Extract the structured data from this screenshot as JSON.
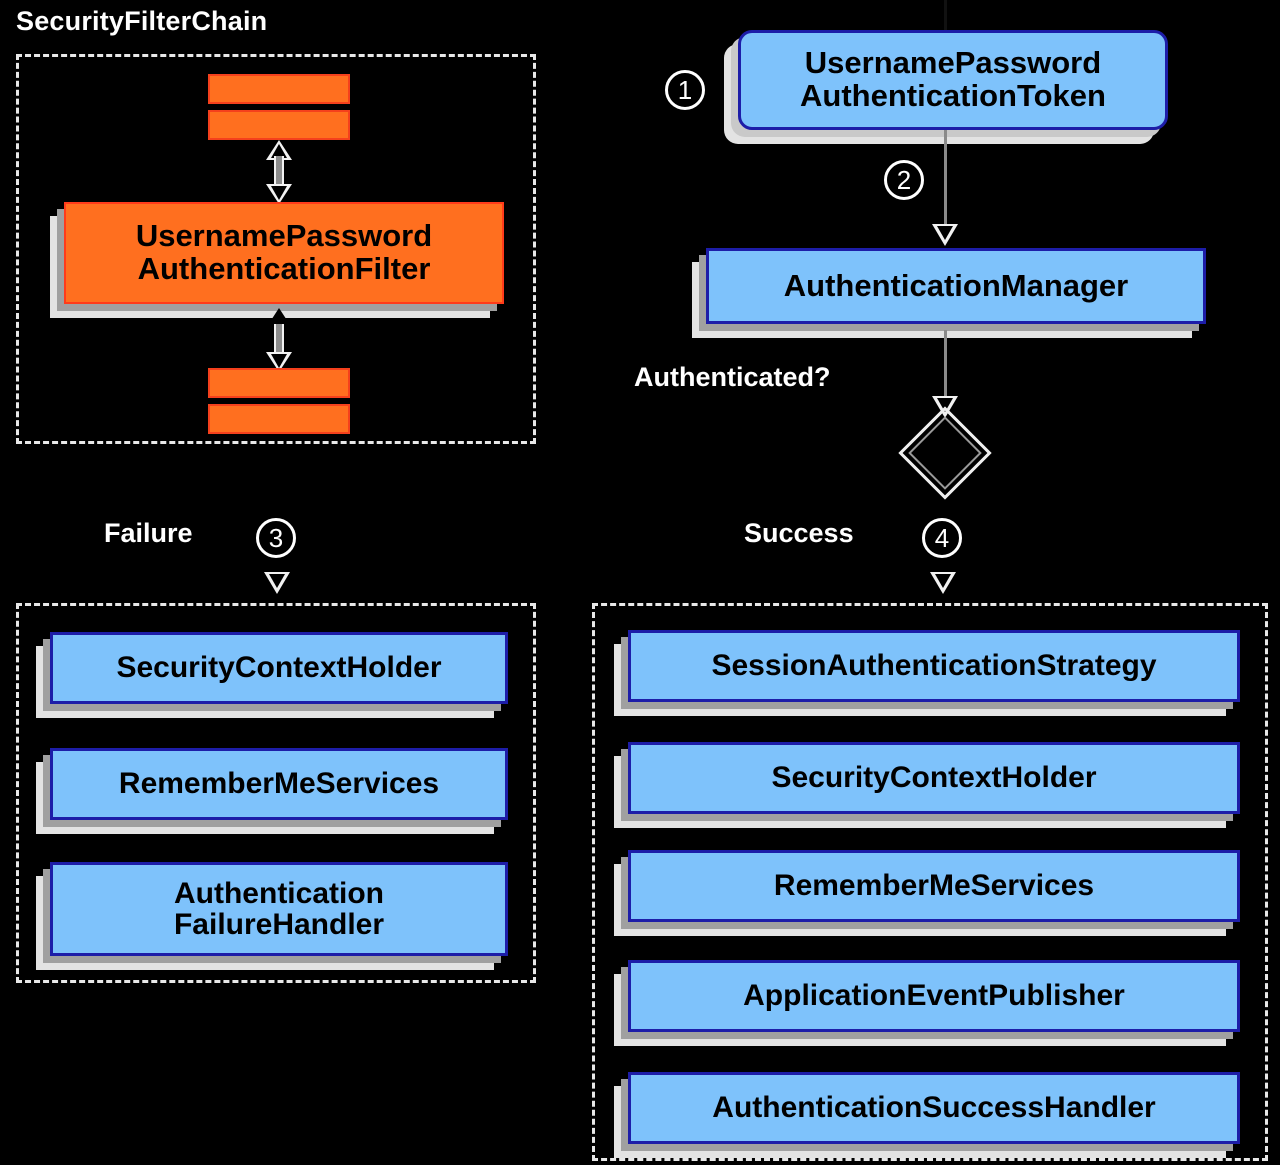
{
  "diagram": {
    "title_hidden": "Spring Security UsernamePasswordAuthenticationFilter flow",
    "colors": {
      "node_blue": "#7ec2fb",
      "node_blue_border": "#1d1da8",
      "node_orange": "#ff6f1f",
      "node_orange_border": "#f5401c",
      "shadow_dark": "#a0a0a0",
      "shadow_light": "#e3e3e3",
      "container_border": "#e8e8e8",
      "text_light": "#ffffff",
      "background": "#000000"
    }
  },
  "filter_chain": {
    "title": "SecurityFilterChain",
    "filter_node": "UsernamePassword\nAuthenticationFilter",
    "upper_bars": [
      "",
      ""
    ],
    "lower_bars": [
      "",
      ""
    ]
  },
  "flow": {
    "token_node": "UsernamePassword\nAuthenticationToken",
    "manager_node": "AuthenticationManager",
    "decision_label": "Authenticated?",
    "step1": "1",
    "step2": "2",
    "step3": "3",
    "step4": "4",
    "failure_label": "Failure",
    "success_label": "Success"
  },
  "failure_group": {
    "items": [
      "SecurityContextHolder",
      "RememberMeServices",
      "Authentication\nFailureHandler"
    ]
  },
  "success_group": {
    "items": [
      "SessionAuthenticationStrategy",
      "SecurityContextHolder",
      "RememberMeServices",
      "ApplicationEventPublisher",
      "AuthenticationSuccessHandler"
    ]
  }
}
